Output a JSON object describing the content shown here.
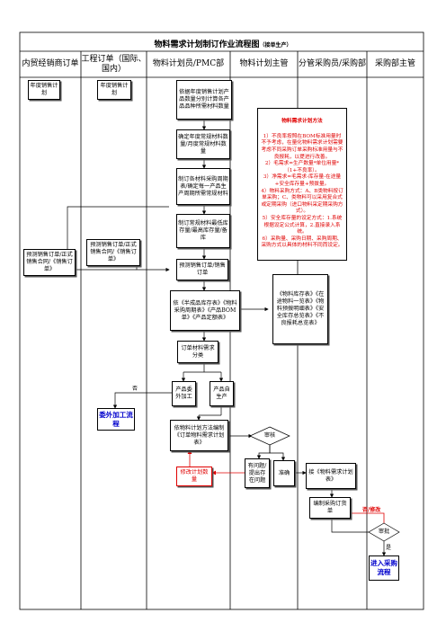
{
  "title": "物料需求计划制订作业流程图",
  "title_suffix": "（接单生产）",
  "lanes": [
    "内贸经销商订单",
    "工程订单（国际、国内）",
    "物料计划员/PMC部",
    "物料计划主管",
    "分管采购员/采购部",
    "采购部主管"
  ],
  "boxes": {
    "b_annual_dealer": "年度销售计划",
    "b_annual_sales": "年度销售计划",
    "b_calc_plan": "依据年度销售计划产品数量分别计算各产品品种所需材料数量",
    "b_determine": "确定年度常规材料数量/月度常规材料数量",
    "b_prepare": "制订各材料采购周期表/确定每一产品生产周期所需常规材料",
    "b_stock": "制订常规材料最低库存量/最高库存量/备库",
    "b_dealer_orders": "预测销售订单/正式销售合同/《销售订单》",
    "b_project_orders": "预测销售订单/正式销售合同/《销售订单》",
    "b_forecast": "预测销售订单/销售订单",
    "b_basis": "依《半成品库存表》《物料采购周期表》《产品BOM单》《产品定额表》",
    "b_classify": "订单材料需求分类",
    "b_outsourced": "产品委外加工",
    "b_selfmade": "产品自生产",
    "b_outsource_flow": "委外加工流程",
    "b_compile": "依物料计划方法编制《订单物料需求计划表》",
    "b_review": "审核",
    "b_revise": "修改计划数量",
    "b_issue": "有问题/提出存在问题",
    "b_accurate": "准确",
    "b_receive": "接《物料需求计划表》",
    "b_purchase_list": "编制采购订货单",
    "b_approve": "审批",
    "b_enter": "进入采购流程",
    "b_inventory": "《物料库存表》《在途物料一览表》《物料预拨明细表》《安全库存总览表》《不良报耗总览表》"
  },
  "method_note": {
    "heading": "物料需求计划方法",
    "body": "1）不良率按照在BOM标准用量时不予考虑，在量化物料需求计划需要考虑不同采购订单采购标准用量与不良报耗，以提进行改善。\n2）毛需求=生产数量*单位用量*（1+不良率）。\n3）净需求=毛需求-库存量-在途量+安全库存量+预拨量。\n4）物料采购方式：A、B类物料按订单采购；C、类物料可以采用复合式或定期采购（进口物料采定期采购方式）。\n5）安全库存量的设定方式：1.系统根据设定公式计算，2.直接录入系统。\n6）采购量、采购日期、采购周期、采购方式以具体的材料不同而设定。"
  },
  "labels": {
    "no": "否",
    "no_revise": "否/修改",
    "yes": "是"
  }
}
